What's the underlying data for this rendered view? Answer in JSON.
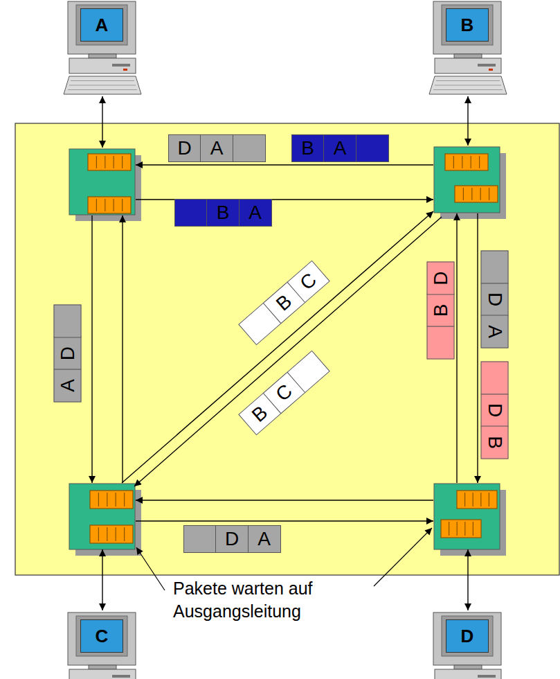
{
  "diagram": {
    "nodes": [
      {
        "text": [
          "A"
        ]
      },
      {
        "text": [
          "B"
        ]
      },
      {
        "text": [
          "D",
          "A"
        ]
      },
      {
        "text": [
          "B",
          "A"
        ]
      },
      {
        "text": [
          "B",
          "A"
        ]
      },
      {
        "text": [
          "B",
          "C"
        ]
      },
      {
        "text": [
          "B",
          "D"
        ]
      },
      {
        "text": [
          "D",
          "A"
        ]
      },
      {
        "text": [
          "A",
          "D"
        ]
      },
      {
        "text": [
          "B",
          "C"
        ]
      },
      {
        "text": [
          "D",
          "B"
        ]
      },
      {
        "text": [
          "D",
          "A"
        ]
      },
      {
        "text": [
          "C"
        ]
      },
      {
        "text": [
          "D"
        ]
      }
    ],
    "labels": [
      "Pakete warten auf Ausgangsleitung"
    ]
  }
}
